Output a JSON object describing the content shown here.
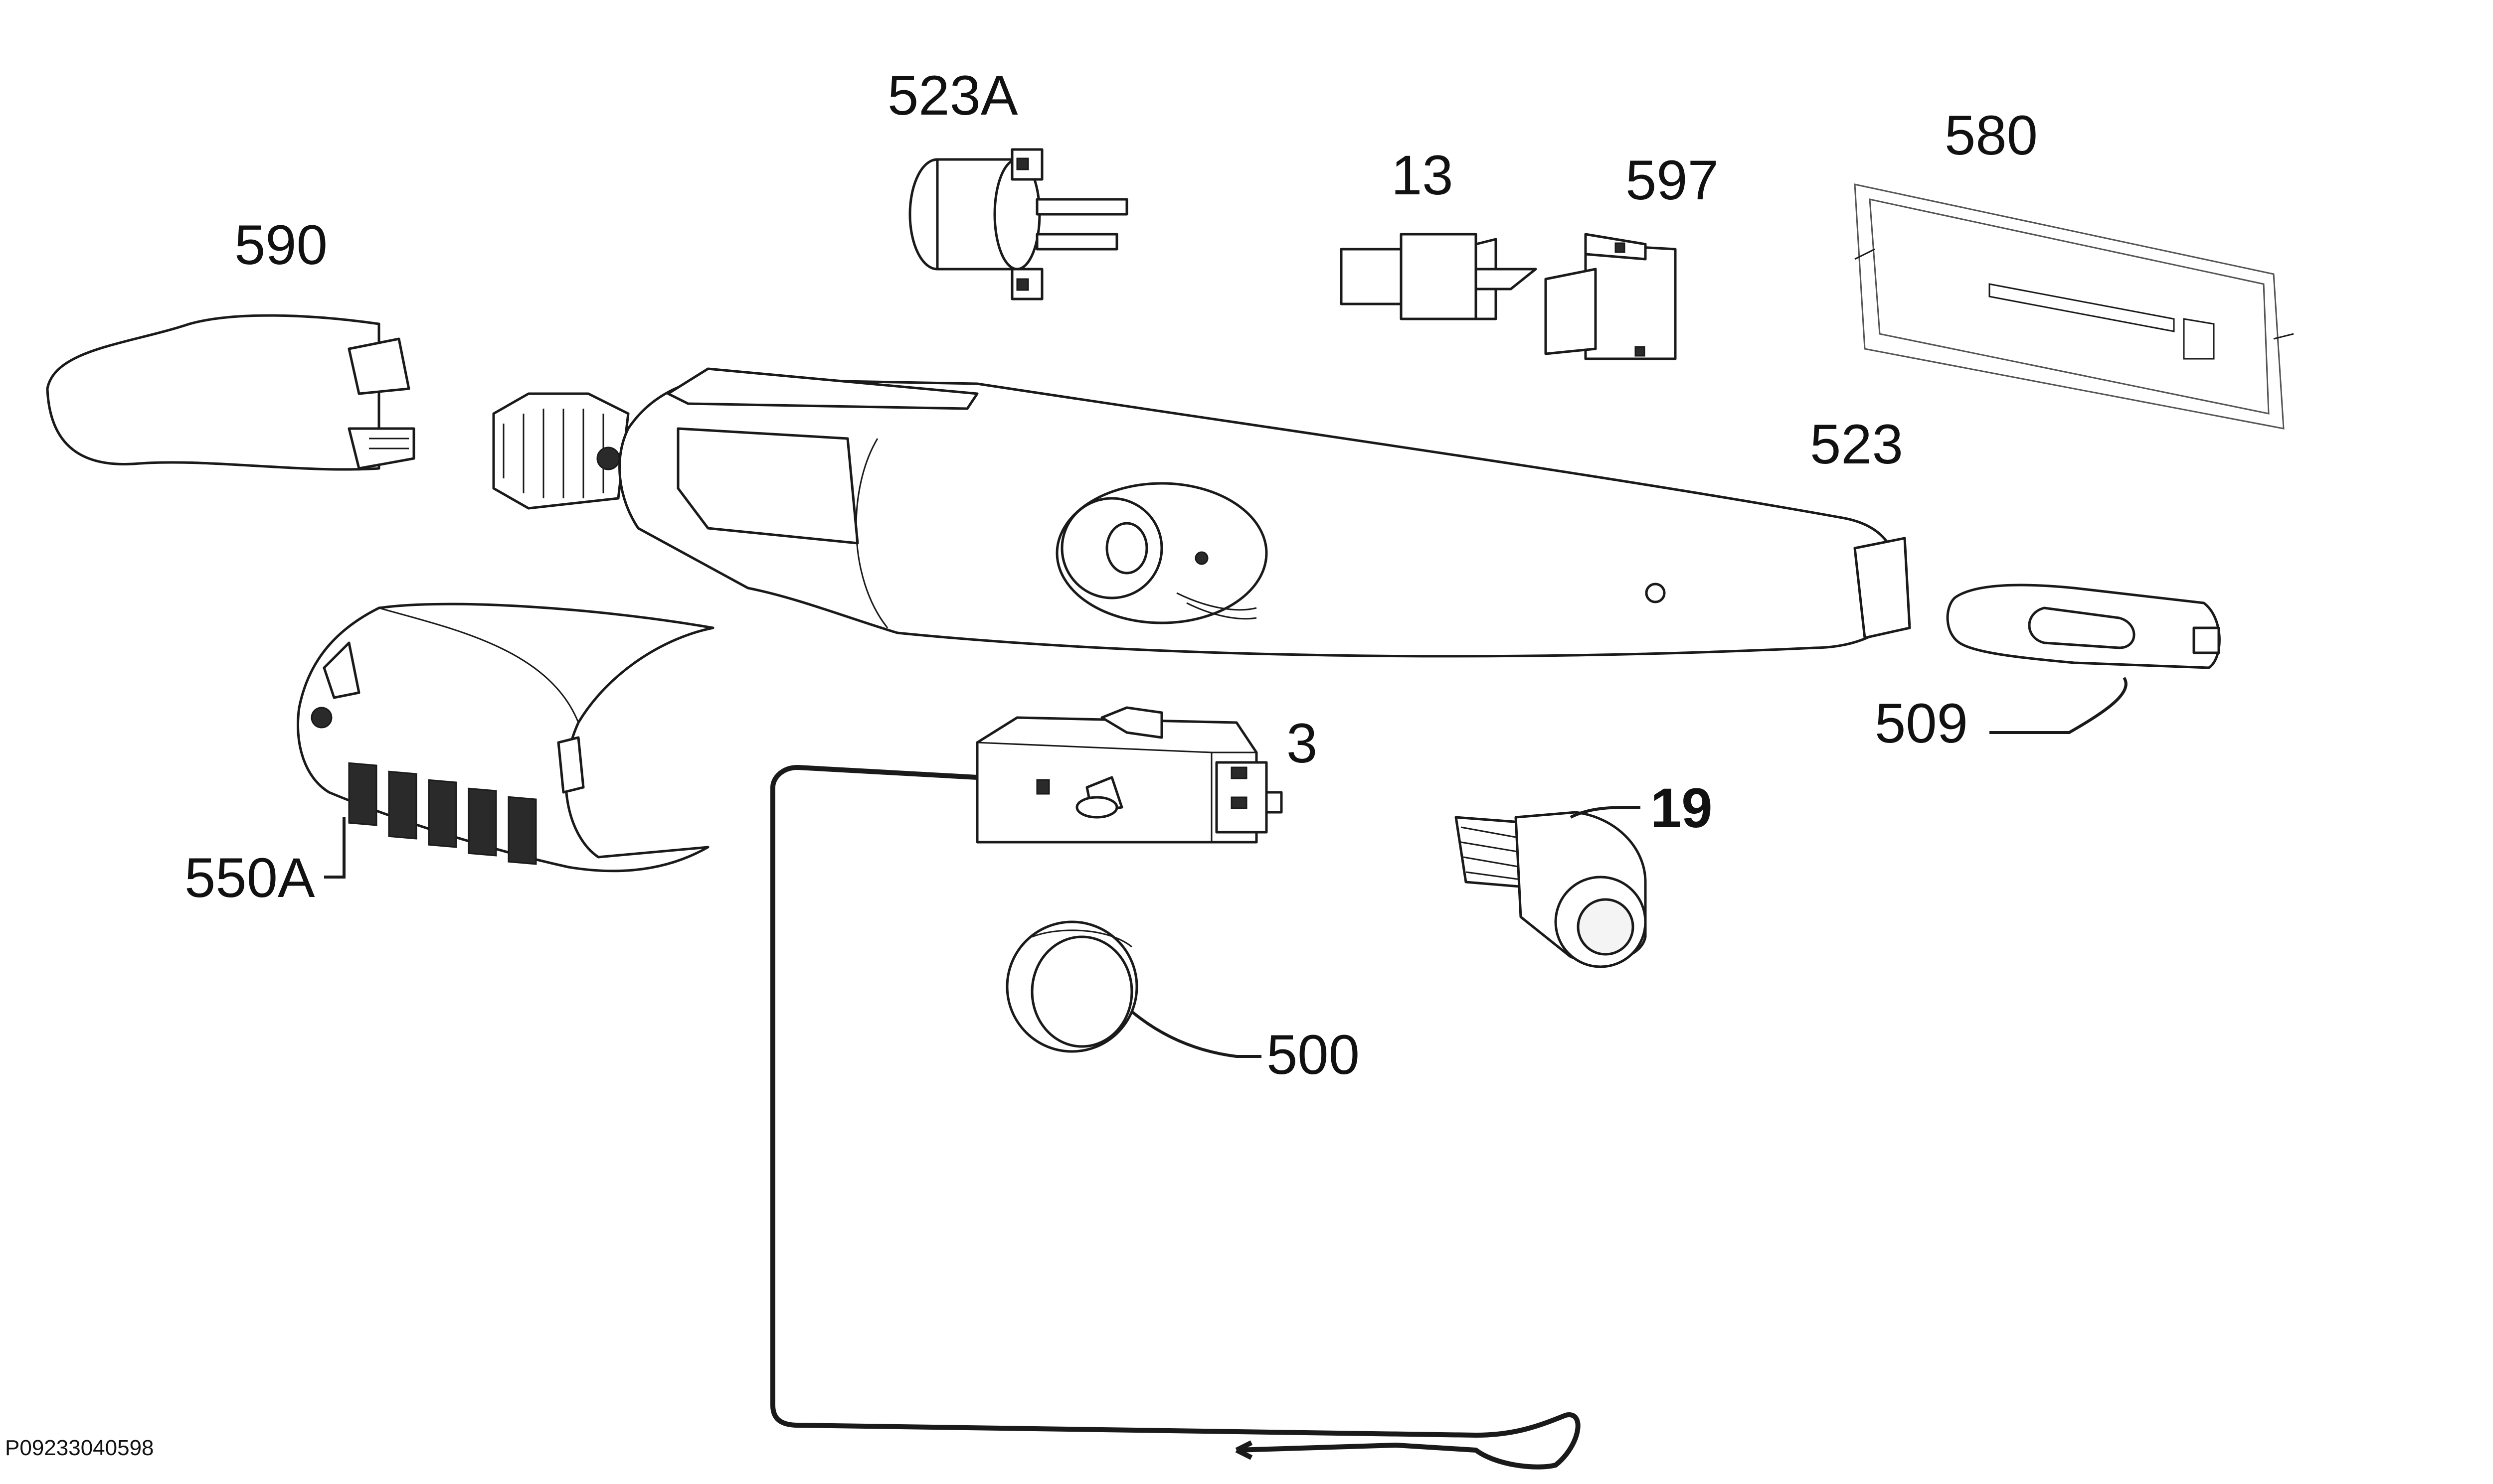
{
  "diagram": {
    "parts": [
      {
        "id": "523A",
        "label": "523A"
      },
      {
        "id": "590",
        "label": "590"
      },
      {
        "id": "13",
        "label": "13"
      },
      {
        "id": "597",
        "label": "597"
      },
      {
        "id": "580",
        "label": "580"
      },
      {
        "id": "523",
        "label": "523"
      },
      {
        "id": "509",
        "label": "509"
      },
      {
        "id": "3",
        "label": "3"
      },
      {
        "id": "19",
        "label": "19"
      },
      {
        "id": "550A",
        "label": "550A"
      },
      {
        "id": "500",
        "label": "500"
      }
    ],
    "document_id": "P09233040598"
  }
}
